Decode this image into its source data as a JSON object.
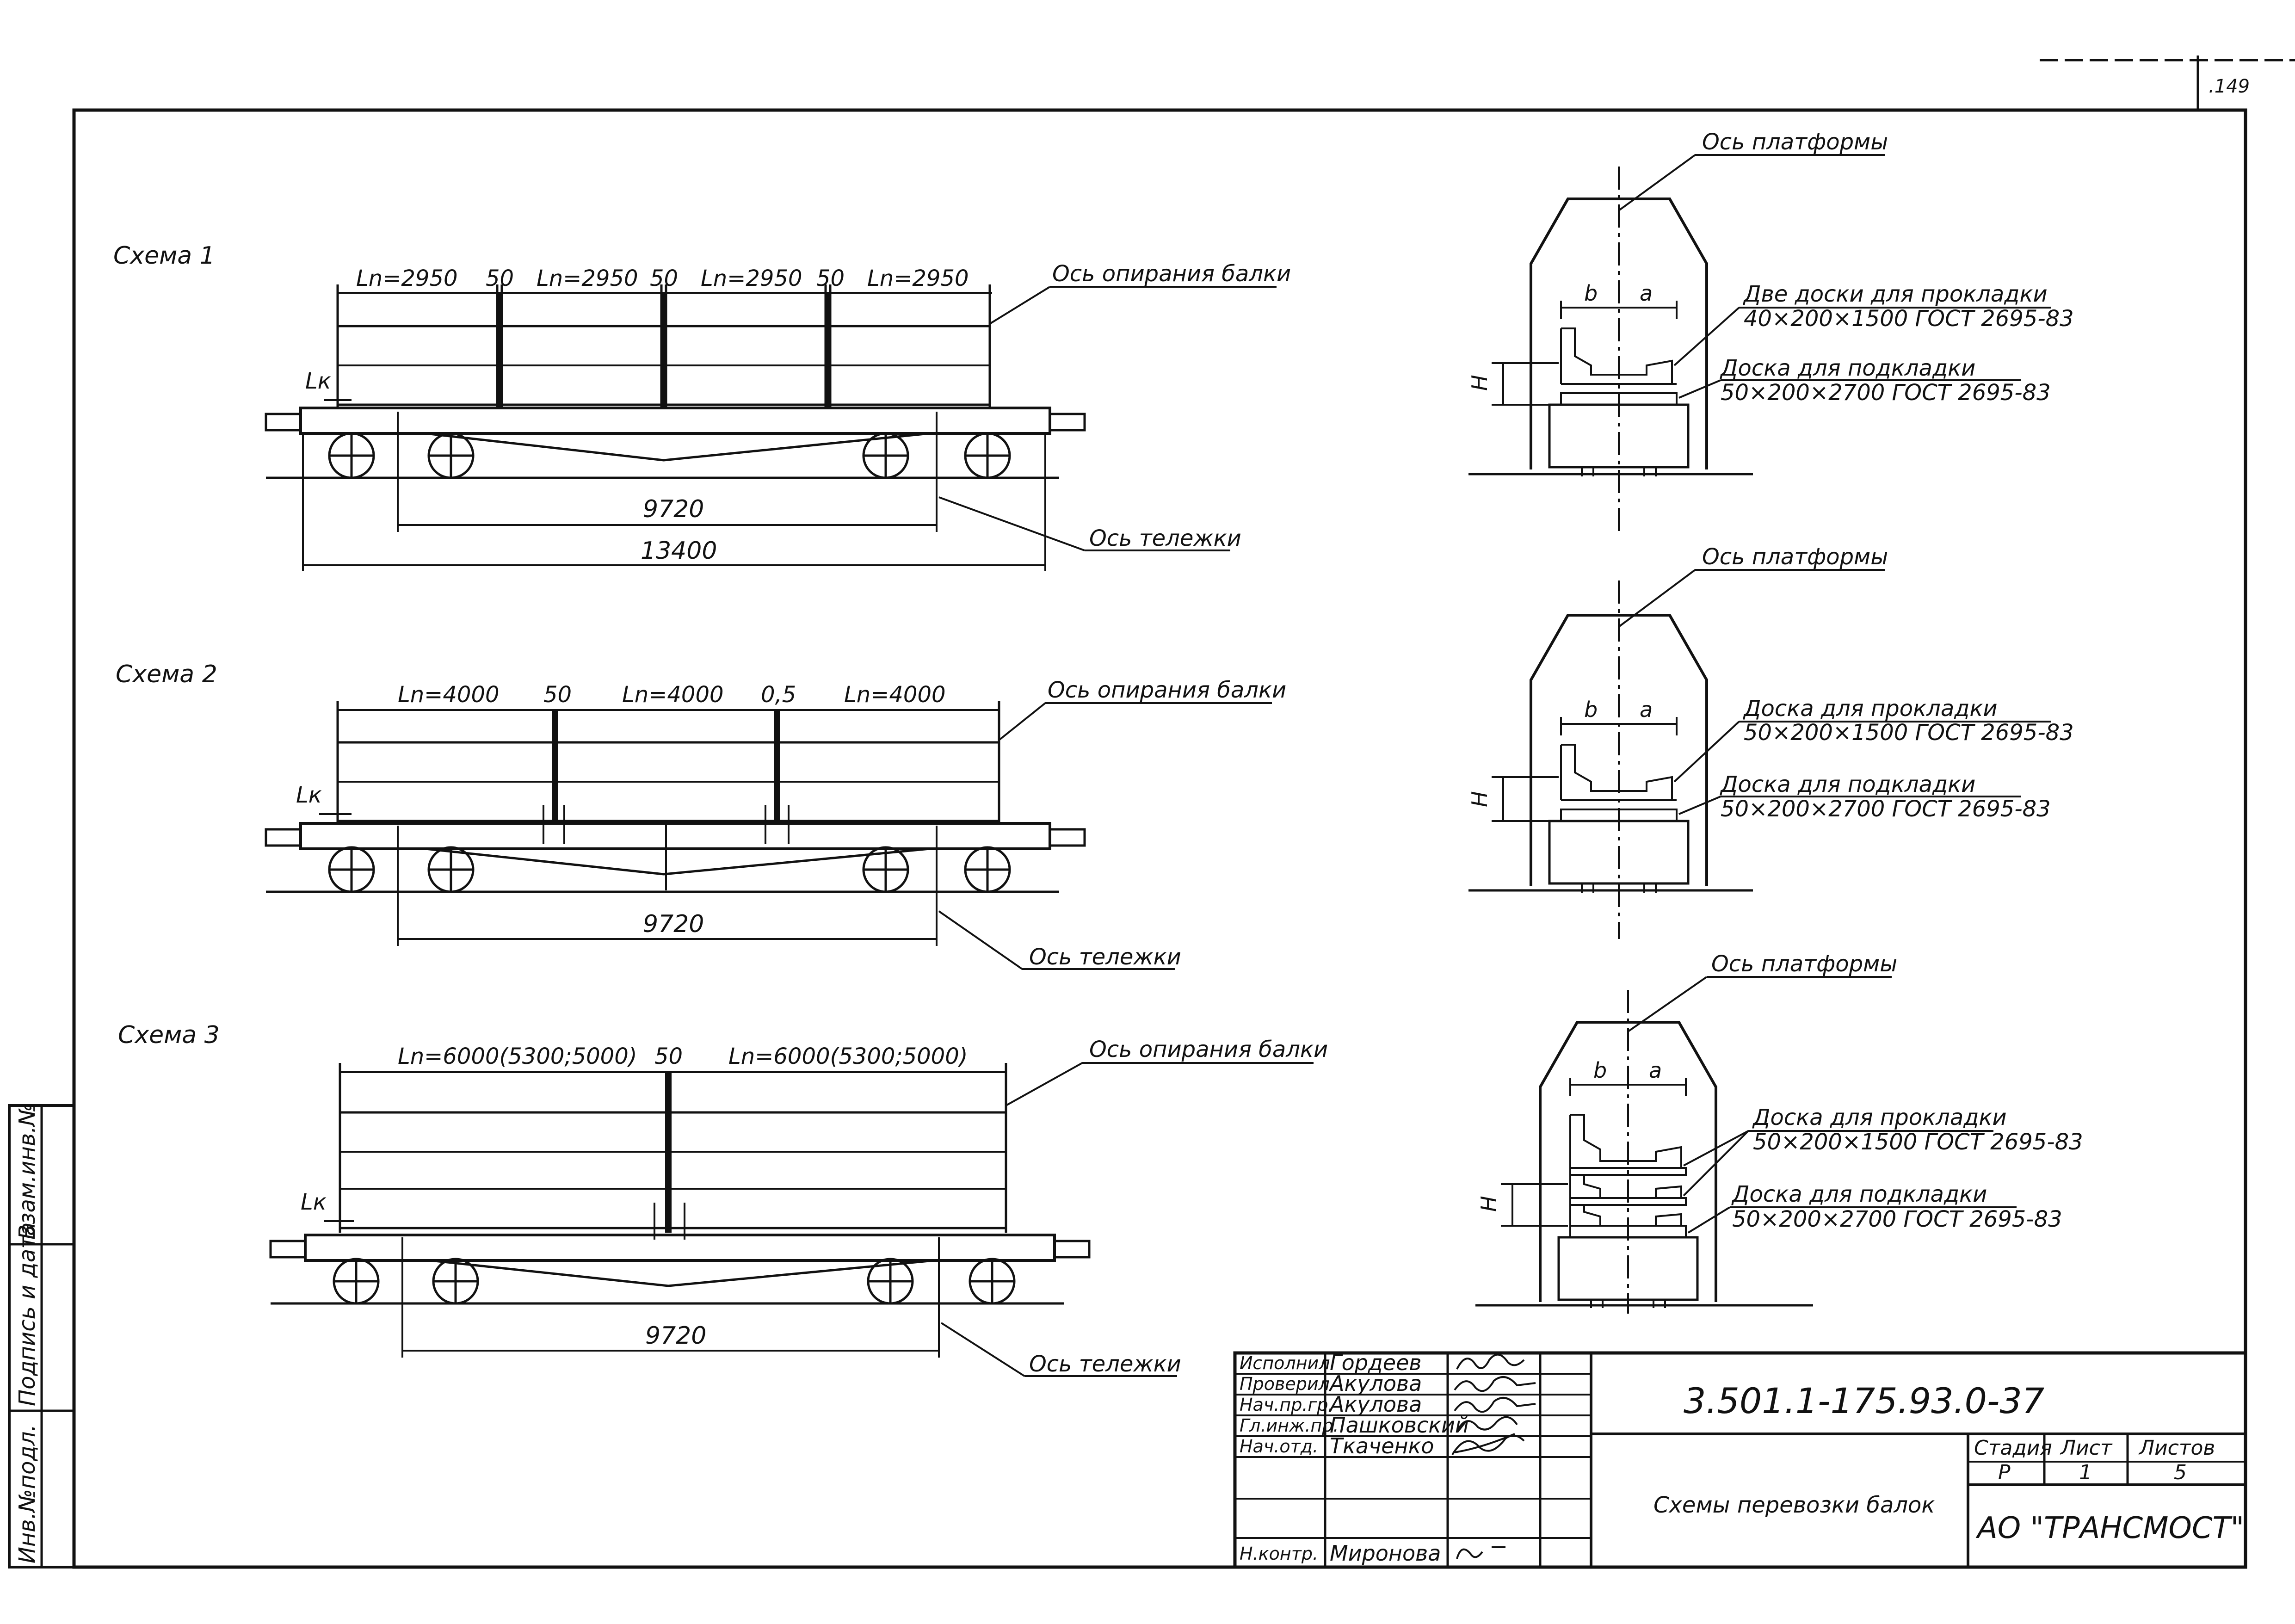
{
  "page_number": ".149",
  "schemes": [
    {
      "title": "Схема 1",
      "spans": [
        "Ln=2950",
        "50",
        "Ln=2950",
        "50",
        "Ln=2950",
        "50",
        "Ln=2950"
      ],
      "lk": "Lк",
      "support_axis": "Ось опирания балки",
      "bogie_distance": "9720",
      "total_length": "13400",
      "bogie_axis": "Ось тележки"
    },
    {
      "title": "Схема 2",
      "spans": [
        "Ln=4000",
        "50",
        "Ln=4000",
        "0,5",
        "Ln=4000"
      ],
      "lk": "Lк",
      "support_axis": "Ось опирания балки",
      "bogie_distance": "9720",
      "bogie_axis": "Ось тележки"
    },
    {
      "title": "Схема 3",
      "spans": [
        "Ln=6000(5300;5000)",
        "50",
        "Ln=6000(5300;5000)"
      ],
      "lk": "Lк",
      "support_axis": "Ось опирания балки",
      "bogie_distance": "9720",
      "bogie_axis": "Ось тележки"
    }
  ],
  "sections": [
    {
      "axis": "Ось платформы",
      "b": "b",
      "a": "a",
      "h": "H",
      "spacer_1": "Две доски для прокладки",
      "spacer_2": "40×200×1500 ГОСТ 2695-83",
      "sub_1": "Доска для подкладки",
      "sub_2": "50×200×2700 ГОСТ 2695-83"
    },
    {
      "axis": "Ось платформы",
      "b": "b",
      "a": "a",
      "h": "H",
      "spacer_1": "Доска для прокладки",
      "spacer_2": "50×200×1500 ГОСТ 2695-83",
      "sub_1": "Доска для подкладки",
      "sub_2": "50×200×2700 ГОСТ 2695-83"
    },
    {
      "axis": "Ось платформы",
      "b": "b",
      "a": "a",
      "h": "H",
      "spacer_1": "Доска для прокладки",
      "spacer_2": "50×200×1500 ГОСТ 2695-83",
      "sub_1": "Доска для подкладки",
      "sub_2": "50×200×2700 ГОСТ 2695-83"
    }
  ],
  "side_stamp": {
    "col1": "Инв.№подл.",
    "col2": "Подпись и дата",
    "col3": "Взам.инв.№"
  },
  "title_block": {
    "rows": [
      {
        "role": "Исполнил",
        "name": "Гордеев"
      },
      {
        "role": "Проверил",
        "name": "Акулова"
      },
      {
        "role": "Нач.пр.гр.",
        "name": "Акулова"
      },
      {
        "role": "Гл.инж.пр.",
        "name": "Пашковский"
      },
      {
        "role": "Нач.отд.",
        "name": "Ткаченко"
      },
      {
        "role": "Н.контр.",
        "name": "Миронова"
      }
    ],
    "doc_code": "3.501.1-175.93.0-37",
    "sheet_title": "Схемы перевозки балок",
    "stage_label": "Стадия",
    "sheet_label": "Лист",
    "sheets_label": "Листов",
    "stage_value": "Р",
    "sheet_value": "1",
    "sheets_value": "5",
    "company": "АО \"ТРАНСМОСТ\""
  }
}
